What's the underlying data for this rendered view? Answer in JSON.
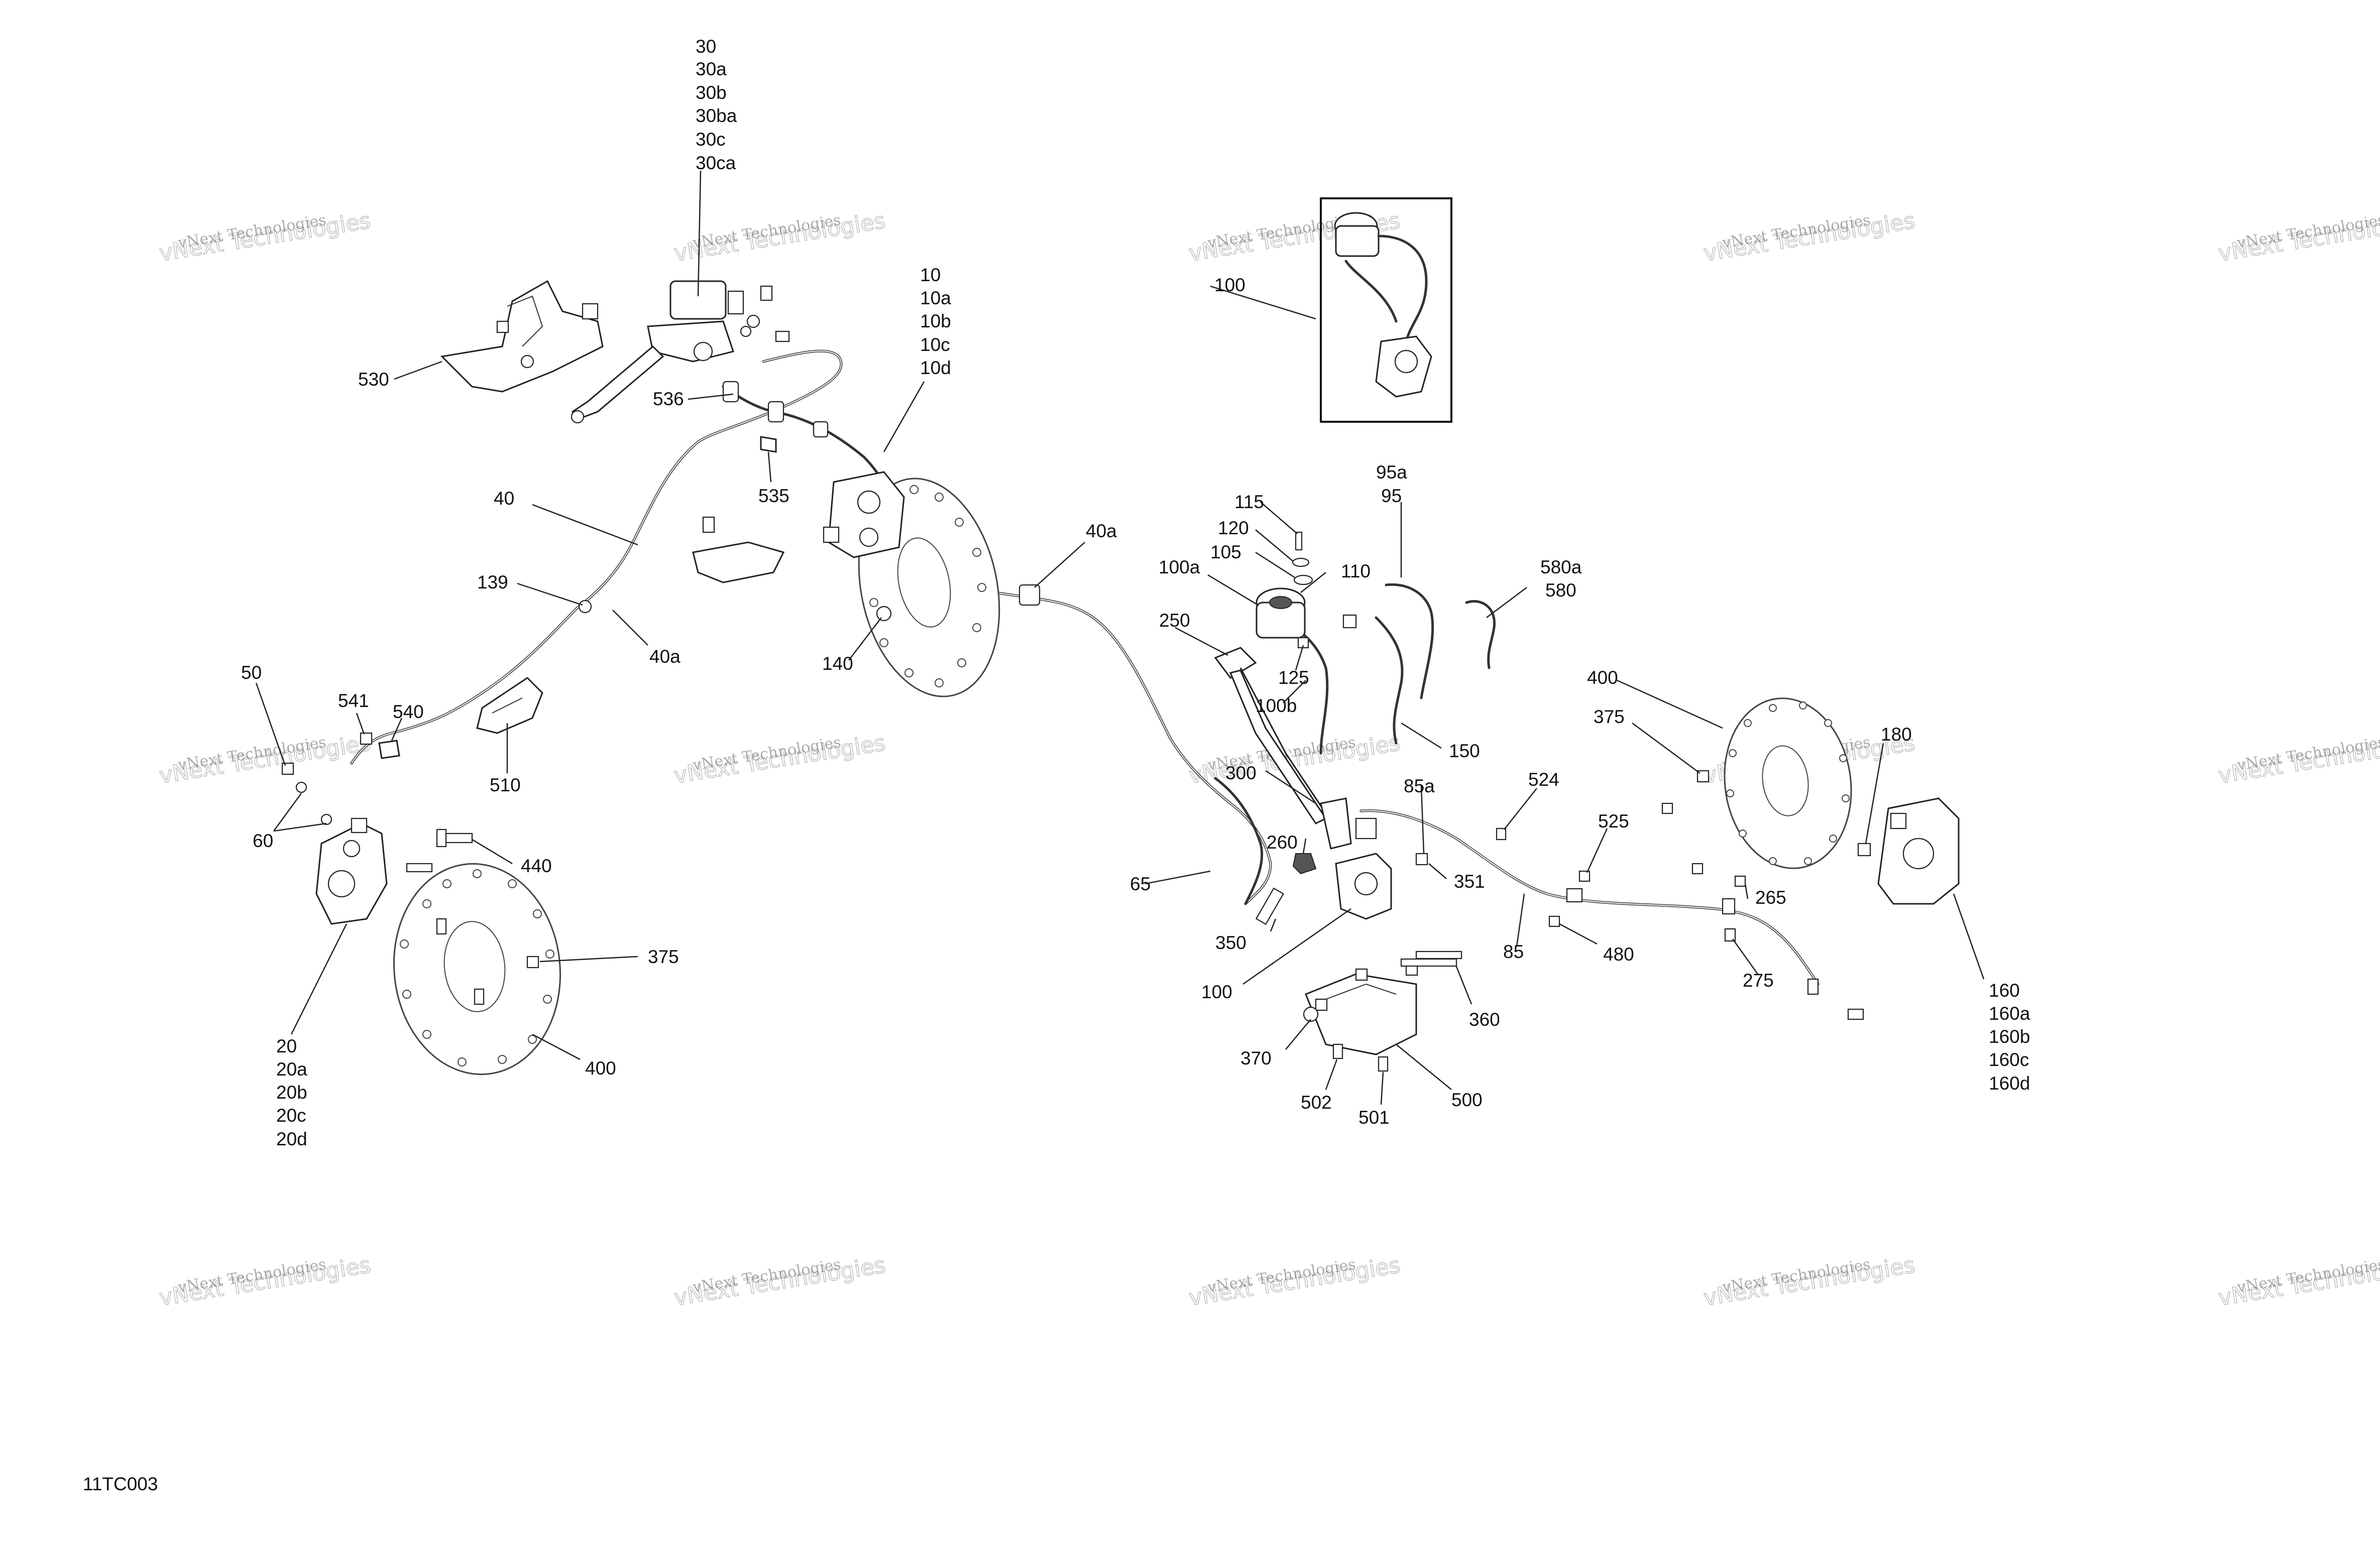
{
  "drawing_id": "11TC003",
  "watermark": {
    "line1": "vNext Technologies",
    "line2": "vNext Technologies"
  },
  "callouts": {
    "group_30": [
      "30",
      "30a",
      "30b",
      "30ba",
      "30c",
      "30ca"
    ],
    "group_10": [
      "10",
      "10a",
      "10b",
      "10c",
      "10d"
    ],
    "group_20": [
      "20",
      "20a",
      "20b",
      "20c",
      "20d"
    ],
    "group_160": [
      "160",
      "160a",
      "160b",
      "160c",
      "160d"
    ],
    "c530": "530",
    "c536": "536",
    "c535": "535",
    "c40": "40",
    "c139": "139",
    "c40a_left": "40a",
    "c40a_mid": "40a",
    "c140": "140",
    "c50": "50",
    "c541": "541",
    "c540": "540",
    "c510": "510",
    "c60": "60",
    "c440": "440",
    "c375_left": "375",
    "c400_left": "400",
    "c100_inset": "100",
    "c115": "115",
    "c120": "120",
    "c105": "105",
    "c110": "110",
    "c100a": "100a",
    "c250": "250",
    "c125": "125",
    "c100b": "100b",
    "c95a": "95a",
    "c95": "95",
    "c150": "150",
    "c580a": "580a",
    "c580": "580",
    "c300": "300",
    "c260": "260",
    "c65": "65",
    "c350": "350",
    "c100_lower": "100",
    "c85a": "85a",
    "c351": "351",
    "c524": "524",
    "c525": "525",
    "c85": "85",
    "c480": "480",
    "c360": "360",
    "c370": "370",
    "c502": "502",
    "c501": "501",
    "c500": "500",
    "c400_right": "400",
    "c375_right": "375",
    "c180": "180",
    "c265": "265",
    "c275": "275"
  }
}
